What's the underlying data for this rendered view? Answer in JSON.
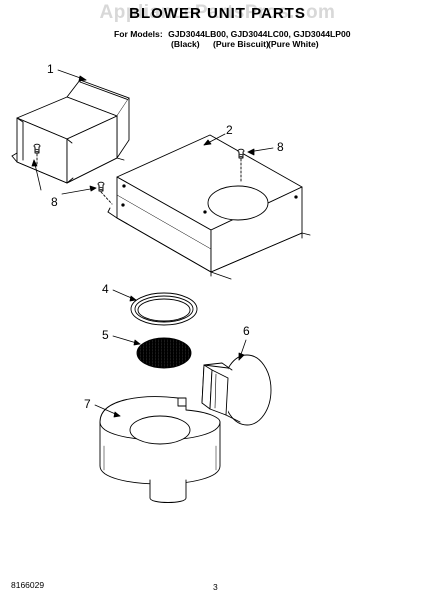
{
  "watermark": "AppliancePartsPros.com",
  "title": "BLOWER UNIT PARTS",
  "models": {
    "label": "For Models:",
    "list": "GJD3044LB00, GJD3044LC00, GJD3044LP00",
    "variants": [
      "(Black)",
      "(Pure Biscuit)",
      "(Pure White)"
    ]
  },
  "callouts": [
    "1",
    "2",
    "8",
    "8",
    "4",
    "5",
    "6",
    "7"
  ],
  "footer": {
    "part_number": "8166029",
    "page": "3"
  }
}
